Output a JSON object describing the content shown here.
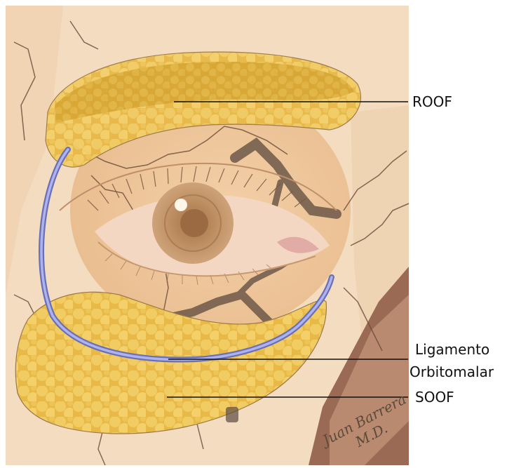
{
  "labels": {
    "roof": "ROOF",
    "ligament_line1": "Ligamento",
    "ligament_line2": "Orbitomalar",
    "soof": "SOOF"
  },
  "signature": {
    "name": "Juan Barrera",
    "degree": "M.D."
  },
  "colors": {
    "skin": "#f3d9b8",
    "skin_shade": "#e8c49a",
    "fat": "#e9bb4a",
    "fat_dark": "#c9961f",
    "ligament": "#8c92d6",
    "bone_line": "#6a4a38",
    "iris": "#b9895c",
    "leader": "#111111"
  }
}
